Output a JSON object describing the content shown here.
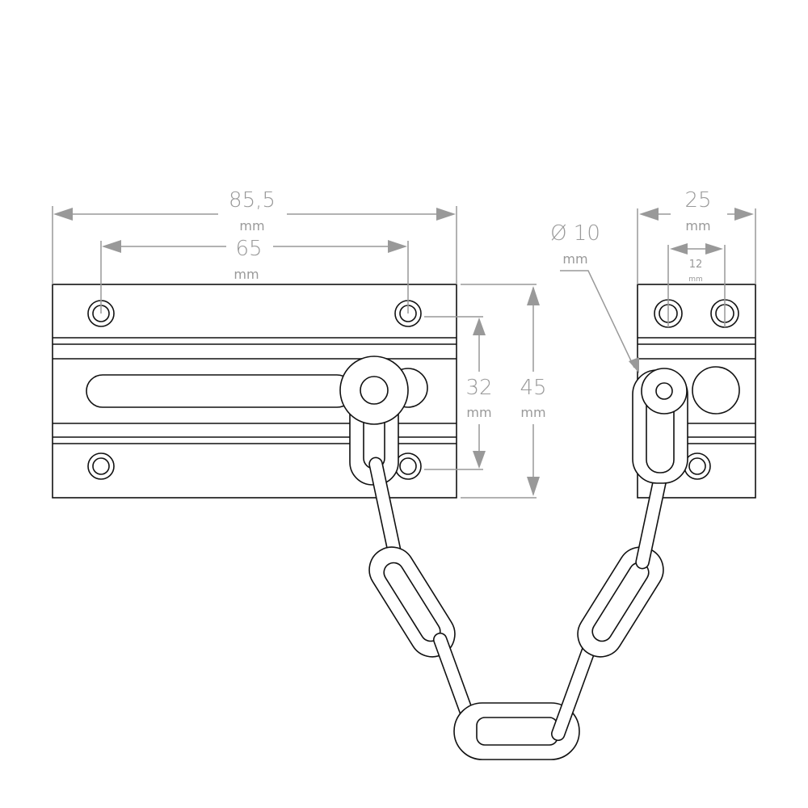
{
  "dimensions": {
    "total_length": {
      "value": "85,5",
      "unit": "mm"
    },
    "hole_spacing": {
      "value": "65",
      "unit": "mm"
    },
    "hole_vertical_spacing": {
      "value": "32",
      "unit": "mm"
    },
    "height": {
      "value": "45",
      "unit": "mm"
    },
    "roller_diameter": {
      "value": "Ø 10",
      "unit": "mm"
    },
    "keeper_width": {
      "value": "25",
      "unit": "mm"
    },
    "keeper_hole_spacing": {
      "value": "12",
      "unit": "mm"
    }
  },
  "colors": {
    "dimension": "#999999",
    "outline": "#111111"
  }
}
